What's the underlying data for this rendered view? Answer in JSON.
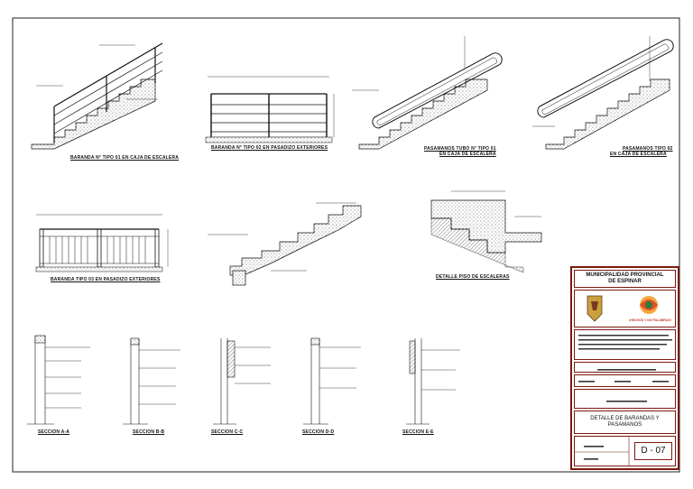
{
  "drawing": {
    "captions": {
      "c1": "BARANDA N° TIPO 01 EN CAJA DE ESCALERA",
      "c2": "BARANDA N° TIPO 02 EN PASADIZO EXTERIORES",
      "c3": "PASAMANOS TUBO N° TIPO 01",
      "c3b": "EN CAJA DE ESCALERA",
      "c4": "PASAMANOS TIPO 02",
      "c4b": "EN CAJA DE ESCALERA",
      "c5": "BARANDA TIPO 03 EN PASADIZO EXTERIORES",
      "c6": "DETALLE PISO DE ESCALERAS",
      "s1": "SECCION A-A",
      "s2": "SECCION B-B",
      "s3": "SECCION C-C",
      "s4": "SECCION D-D",
      "s5": "SECCION E-E"
    }
  },
  "title_block": {
    "org": "MUNICIPALIDAD PROVINCIAL",
    "org2": "DE ESPINAR",
    "slogan": "¡HECHOS Y NO PALABRAS!",
    "sheet_title": "DETALLE DE BARANDAS Y",
    "sheet_title2": "PASAMANOS",
    "sheet_number": "D - 07"
  },
  "colors": {
    "frame": "#7a1a0e",
    "ink": "#111111"
  }
}
